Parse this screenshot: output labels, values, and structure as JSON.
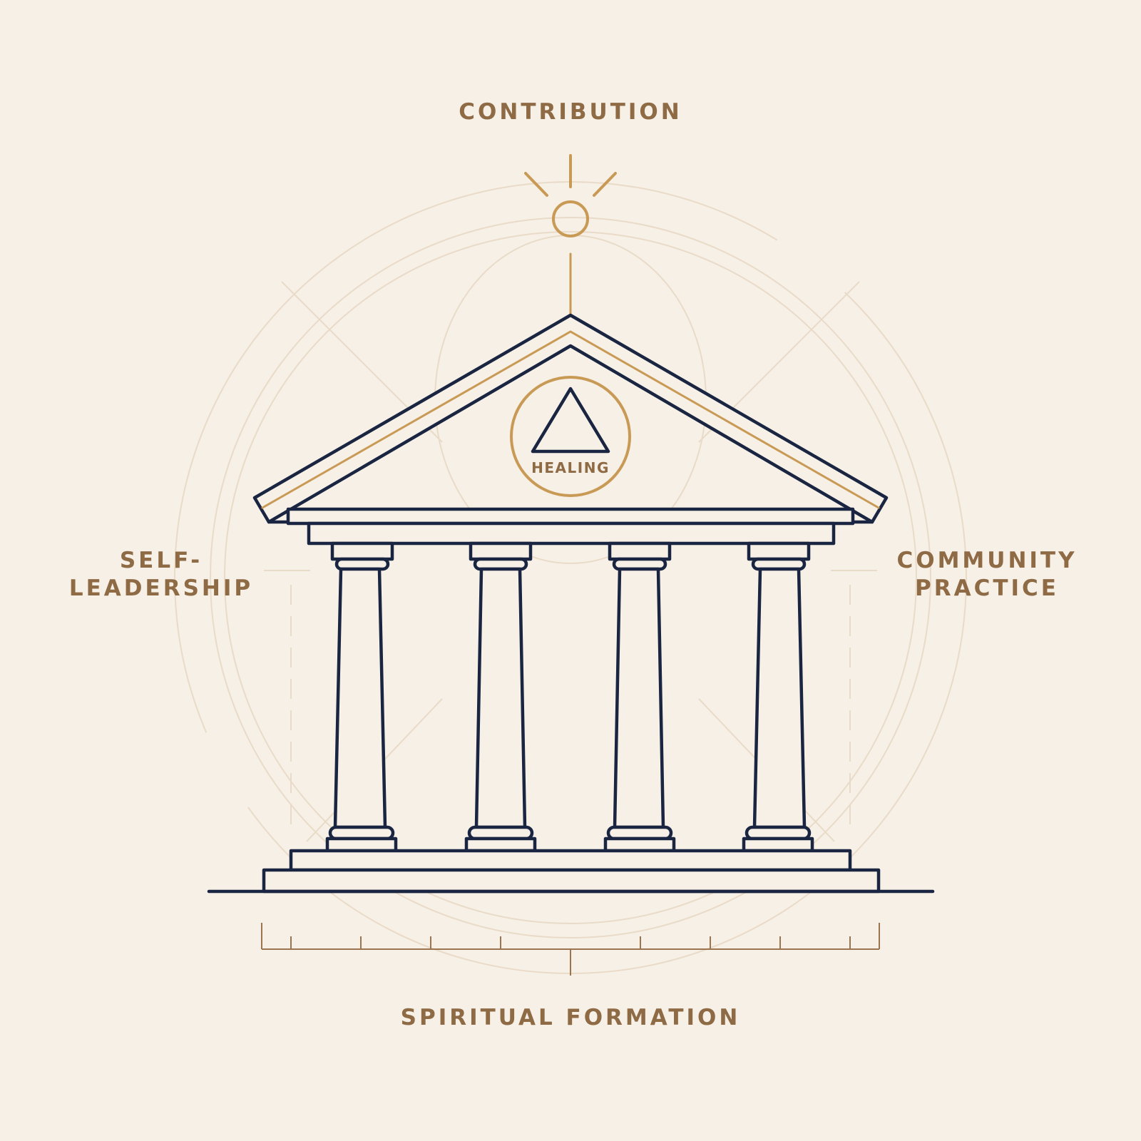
{
  "labels": {
    "top": "CONTRIBUTION",
    "left_line1": "SELF-",
    "left_line2": "LEADERSHIP",
    "right_line1": "COMMUNITY",
    "right_line2": "PRACTICE",
    "bottom": "SPIRITUAL FORMATION",
    "center": "HEALING"
  },
  "colors": {
    "background": "#f6f0e6",
    "navy": "#1a2542",
    "gold": "#c99a55",
    "label_brown": "#8e6a45",
    "guide": "#eadbc8"
  },
  "icons": {
    "sun": "sun-icon",
    "center_symbol": "triangle-in-circle-icon",
    "building": "temple-icon"
  }
}
